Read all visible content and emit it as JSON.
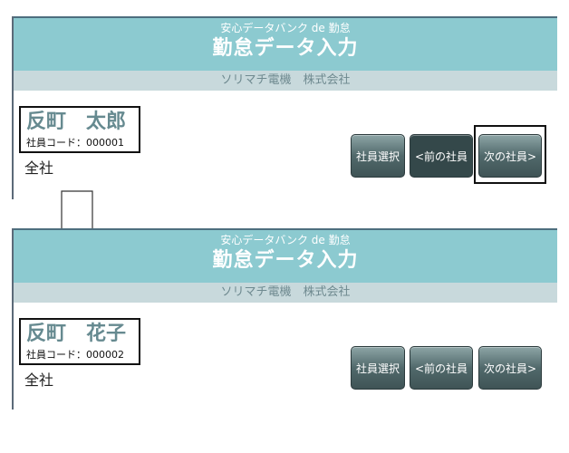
{
  "header": {
    "brand": "安心データバンク de 勤怠",
    "title": "勤怠データ入力",
    "company": "ソリマチ電機　株式会社"
  },
  "before": {
    "employee": {
      "name": "反町　太郎",
      "code": "社員コード：000001",
      "department": "全社"
    }
  },
  "after": {
    "employee": {
      "name": "反町　花子",
      "code": "社員コード：000002",
      "department": "全社"
    }
  },
  "buttons": {
    "select_employee": "社員選択",
    "prev_employee": "<前の社員",
    "next_employee": "次の社員>"
  },
  "colors": {
    "header_bg": "#8ccad0",
    "company_bar": "#c8d9dc",
    "name_color": "#668a90",
    "button_dark": "#34484a"
  },
  "icons": {
    "transition": "down-arrow-icon"
  }
}
